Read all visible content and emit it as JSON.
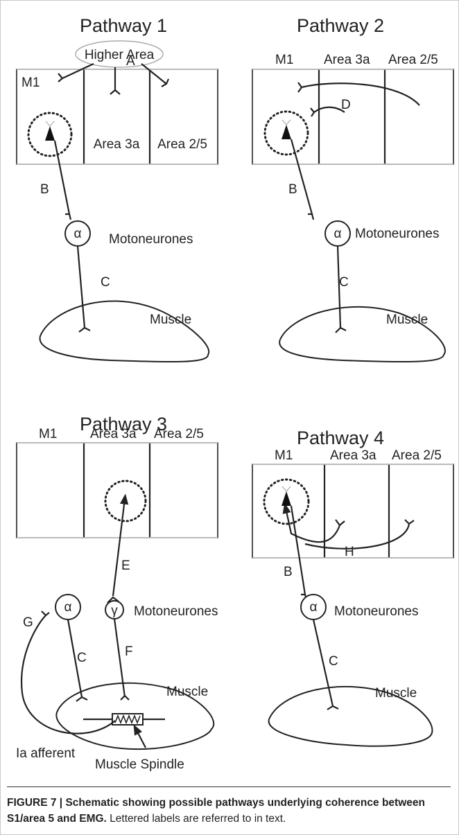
{
  "caption": {
    "label": "FIGURE 7 | ",
    "title": "Schematic showing possible pathways underlying coherence between S1/area 5 and EMG.",
    "text": " Lettered labels are referred to in text."
  },
  "panels": [
    {
      "title": "Pathway 1",
      "higher_area": "Higher Area",
      "regions": [
        "M1",
        "Area 3a",
        "Area 2/5"
      ],
      "letters": [
        "A",
        "B",
        "C"
      ],
      "alpha": "α",
      "motoneurones": "Motoneurones",
      "muscle": "Muscle"
    },
    {
      "title": "Pathway 2",
      "regions": [
        "M1",
        "Area 3a",
        "Area 2/5"
      ],
      "letters": [
        "D",
        "B",
        "C"
      ],
      "alpha": "α",
      "motoneurones": "Motoneurones",
      "muscle": "Muscle"
    },
    {
      "title": "Pathway 3",
      "regions": [
        "M1",
        "Area 3a",
        "Area 2/5"
      ],
      "letters": [
        "E",
        "F",
        "C",
        "G"
      ],
      "alpha": "α",
      "gamma": "γ",
      "motoneurones": "Motoneurones",
      "muscle": "Muscle",
      "ia_afferent": "Ia afferent",
      "muscle_spindle": "Muscle Spindle"
    },
    {
      "title": "Pathway 4",
      "regions": [
        "M1",
        "Area 3a",
        "Area 2/5"
      ],
      "letters": [
        "H",
        "B",
        "C"
      ],
      "alpha": "α",
      "motoneurones": "Motoneurones",
      "muscle": "Muscle"
    }
  ]
}
